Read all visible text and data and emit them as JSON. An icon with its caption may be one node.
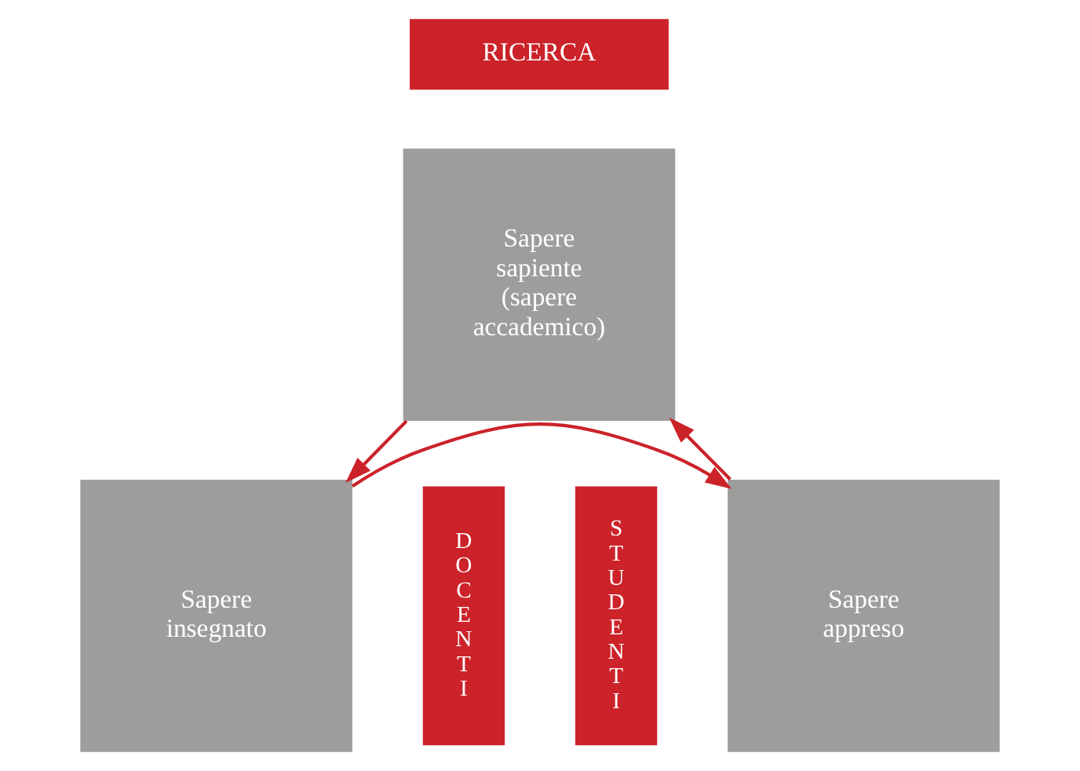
{
  "diagram": {
    "nodes": [
      {
        "text": [
          "RICERCA"
        ]
      },
      {
        "text": [
          "Sapere sapiente (sapere accademico)"
        ]
      },
      {
        "text": [
          "Sapere insegnato"
        ]
      },
      {
        "text": [
          "DOCENTI"
        ]
      },
      {
        "text": [
          "Sapere appreso"
        ]
      },
      {
        "text": [
          "STUDENTI"
        ]
      }
    ],
    "edges": [
      {
        "from": 1,
        "to": 2,
        "arrow": "to"
      },
      {
        "from": 2,
        "to": 4,
        "arrow": "to"
      },
      {
        "from": 4,
        "to": 1,
        "arrow": "to"
      }
    ]
  }
}
